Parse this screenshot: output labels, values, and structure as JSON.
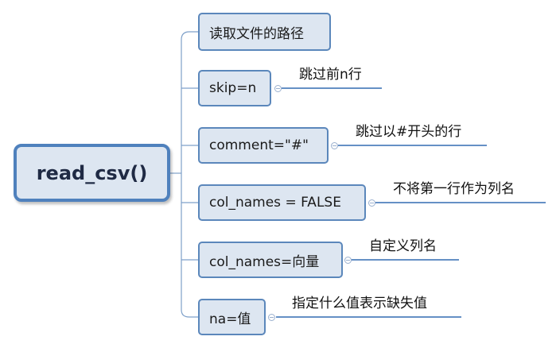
{
  "root": {
    "label": "read_csv()"
  },
  "branches": [
    {
      "label": "读取文件的路径",
      "note": ""
    },
    {
      "label": "skip=n",
      "note": "跳过前n行"
    },
    {
      "label": "comment=\"#\"",
      "note": "跳过以#开头的行"
    },
    {
      "label": "col_names = FALSE",
      "note": "不将第一行作为列名"
    },
    {
      "label": "col_names=向量",
      "note": "自定义列名"
    },
    {
      "label": "na=值",
      "note": "指定什么值表示缺失值"
    }
  ],
  "colors": {
    "node_fill": "#dde6f1",
    "node_border": "#5b87bb",
    "root_border": "#4f81bd",
    "connector": "#7ea0c9",
    "note_line": "#4f81bd"
  }
}
